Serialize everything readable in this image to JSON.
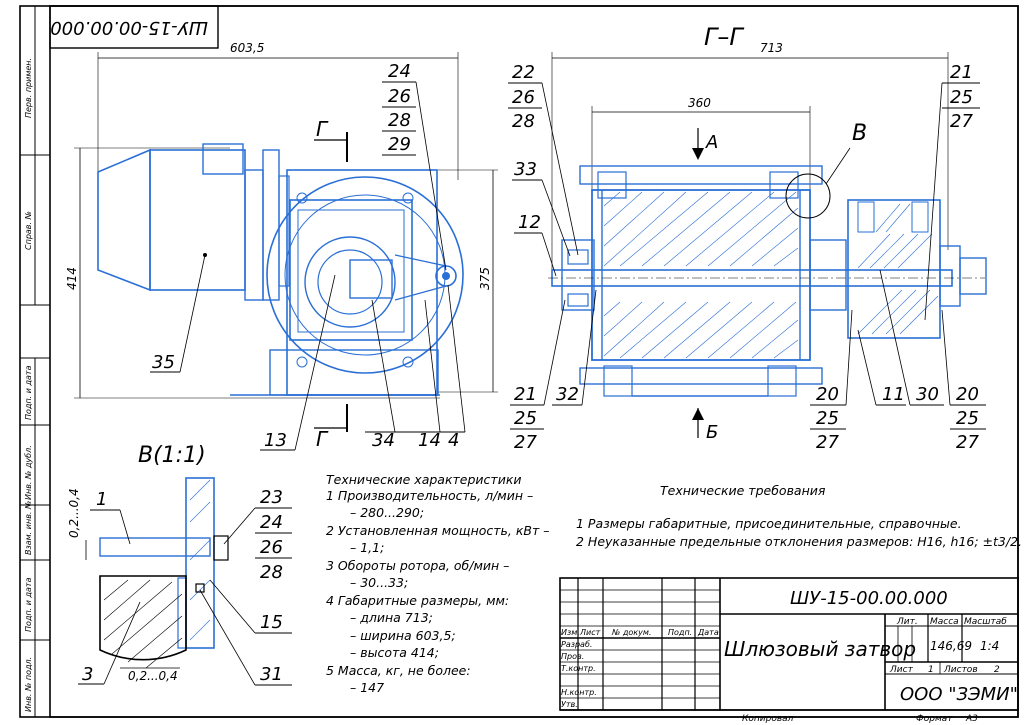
{
  "drawing_number_top": "ШУ-15-00.00.000",
  "front_view": {
    "dim_width": "603,5",
    "dim_height": "414",
    "dim_375": "375",
    "section_mark": "Г",
    "callouts_top": [
      "24",
      "26",
      "28",
      "29"
    ],
    "callouts_bottom": [
      "13",
      "34",
      "14",
      "4"
    ],
    "callout_35": "35"
  },
  "section_view": {
    "title": "Г–Г",
    "dim_length": "713",
    "dim_360": "360",
    "arrow_a": "А",
    "arrow_b": "Б",
    "detail_mark": "В",
    "callouts_left_top": [
      "22",
      "26",
      "28"
    ],
    "callout_33": "33",
    "callout_12": "12",
    "callouts_left_bottom": [
      "21",
      "25",
      "27"
    ],
    "callout_32": "32",
    "callouts_right_top": [
      "21",
      "25",
      "27"
    ],
    "callouts_mid_bottom": [
      "20",
      "25",
      "27"
    ],
    "callout_11": "11",
    "callout_30": "30",
    "callouts_right_bottom": [
      "20",
      "25",
      "27"
    ]
  },
  "detail_view": {
    "title": "В(1:1)",
    "dim_gap_top": "0,2...0,4",
    "dim_gap_bottom": "0,2...0,4",
    "callout_1": "1",
    "callout_3": "3",
    "callouts_right": [
      "23",
      "24",
      "26",
      "28"
    ],
    "callout_15": "15",
    "callout_31": "31"
  },
  "tech_characteristics": {
    "heading": "Технические характеристики",
    "lines": [
      "1 Производительность, л/мин –",
      "– 280...290;",
      "2 Установленная мощность, кВт –",
      "– 1,1;",
      "3 Обороты ротора, об/мин –",
      "– 30...33;",
      "4 Габаритные размеры, мм:",
      "– длина 713;",
      "– ширина 603,5;",
      "– высота 414;",
      "5 Масса, кг, не более:",
      "– 147"
    ]
  },
  "tech_requirements": {
    "heading": "Технические требования",
    "lines": [
      "1 Размеры габаритные, присоединительные, справочные.",
      "2 Неуказанные предельные отклонения размеров: Н16, h16; ±t3/2."
    ]
  },
  "left_strip": [
    "Перв. примен.",
    "Справ. №",
    "Подп. и дата",
    "Инв. № дубл.",
    "Взам. инв. №",
    "Подп. и дата",
    "Инв. № подл."
  ],
  "title_block": {
    "designation": "ШУ-15-00.00.000",
    "name": "Шлюзовый затвор",
    "col_headers": [
      "Изм.",
      "Лист",
      "№ докум.",
      "Подп.",
      "Дата"
    ],
    "roles": [
      "Разраб.",
      "Пров.",
      "Т.контр.",
      "Н.контр.",
      "Утв."
    ],
    "lit_label": "Лит.",
    "mass_label": "Масса",
    "scale_label": "Масштаб",
    "mass_value": "146,69",
    "scale_value": "1:4",
    "sheet_label": "Лист",
    "sheet_value": "1",
    "sheets_label": "Листов",
    "sheets_value": "2",
    "company": "ООО \"ЗЭМИ\"",
    "copied": "Копировал",
    "format_label": "Формат",
    "format_value": "А3"
  }
}
